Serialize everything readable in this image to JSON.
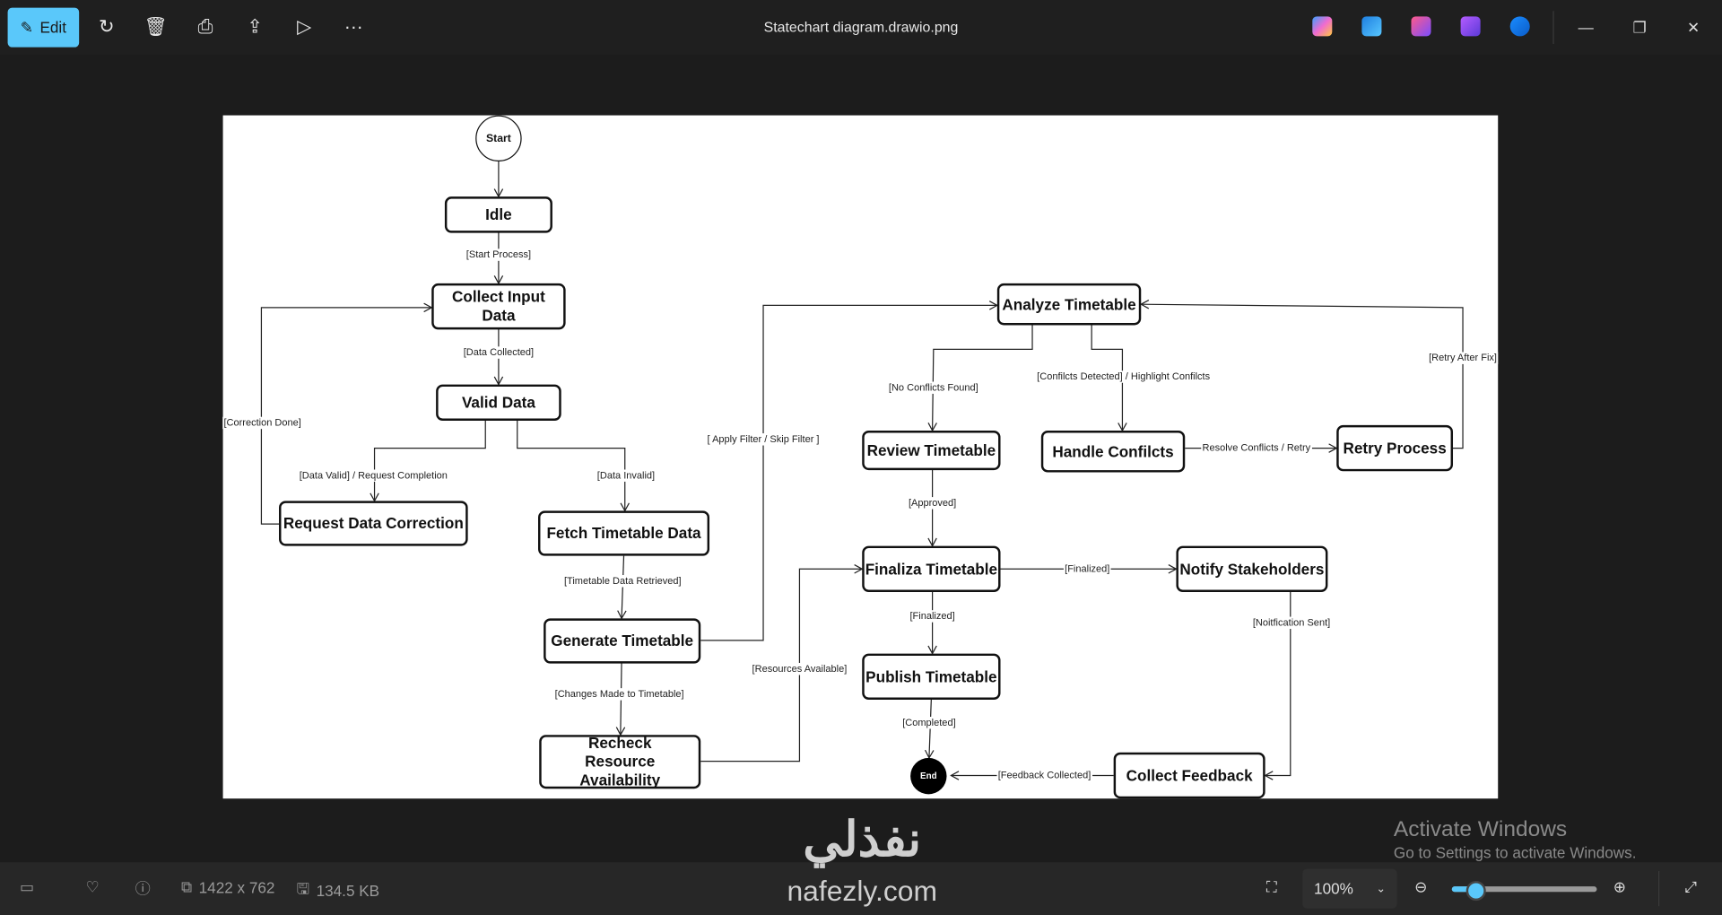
{
  "topbar": {
    "edit_label": "Edit",
    "title": "Statechart diagram.drawio.png",
    "tools": [
      "rotate-icon",
      "delete-icon",
      "print-icon",
      "share-icon",
      "slideshow-icon",
      "more-icon"
    ],
    "apps": [
      "copilot",
      "photos-editor",
      "clipchamp",
      "designer",
      "onedrive"
    ],
    "window_controls": [
      "minimize",
      "restore",
      "close"
    ]
  },
  "diagram": {
    "start": "Start",
    "end": "End",
    "states": {
      "idle": "Idle",
      "collect_input": "Collect Input Data",
      "valid_data": "Valid Data",
      "request_correction": "Request Data Correction",
      "fetch_timetable": "Fetch Timetable Data",
      "generate_timetable": "Generate Timetable",
      "recheck_resource": "Recheck Resource Availability",
      "analyze_timetable": "Analyze Timetable",
      "review_timetable": "Review Timetable",
      "handle_conflicts": "Handle Confilcts",
      "retry_process": "Retry Process",
      "finalize_timetable": "Finaliza Timetable",
      "notify_stakeholders": "Notify Stakeholders",
      "publish_timetable": "Publish Timetable",
      "collect_feedback": "Collect Feedback"
    },
    "transitions": {
      "start_process": "[Start Process]",
      "data_collected": "[Data Collected]",
      "data_valid": "[Data Valid] / Request Completion",
      "data_invalid": "[Data Invalid]",
      "correction_done": "[Correction Done]",
      "timetable_retrieved": "[Timetable Data Retrieved]",
      "changes_made": "[Changes Made to Timetable]",
      "apply_filter": "[ Apply Filter / Skip Filter ]",
      "resources_available": "[Resources Available]",
      "no_conflicts": "[No Conflicts Found]",
      "conflicts_detected": "[Confilcts Detected] / Highlight Confilcts",
      "resolve_conflicts": "Resolve Conflicts / Retry",
      "retry_after_fix": "[Retry After Fix]",
      "approved": "[Approved]",
      "finalized_notify": "[Finalized]",
      "finalized_publish": "[Finalized]",
      "completed": "[Completed]",
      "notification_sent": "[Noitfication Sent]",
      "feedback_collected": "[Feedback Collected]"
    }
  },
  "bottombar": {
    "dimensions": "1422 x 762",
    "file_size": "134.5 KB",
    "zoom": "100%",
    "zoom_slider_fraction": 0.17
  },
  "watermark": {
    "arabic": "نفذلي",
    "latin": "nafezly.com"
  },
  "activation": {
    "title": "Activate Windows",
    "subtitle": "Go to Settings to activate Windows."
  }
}
